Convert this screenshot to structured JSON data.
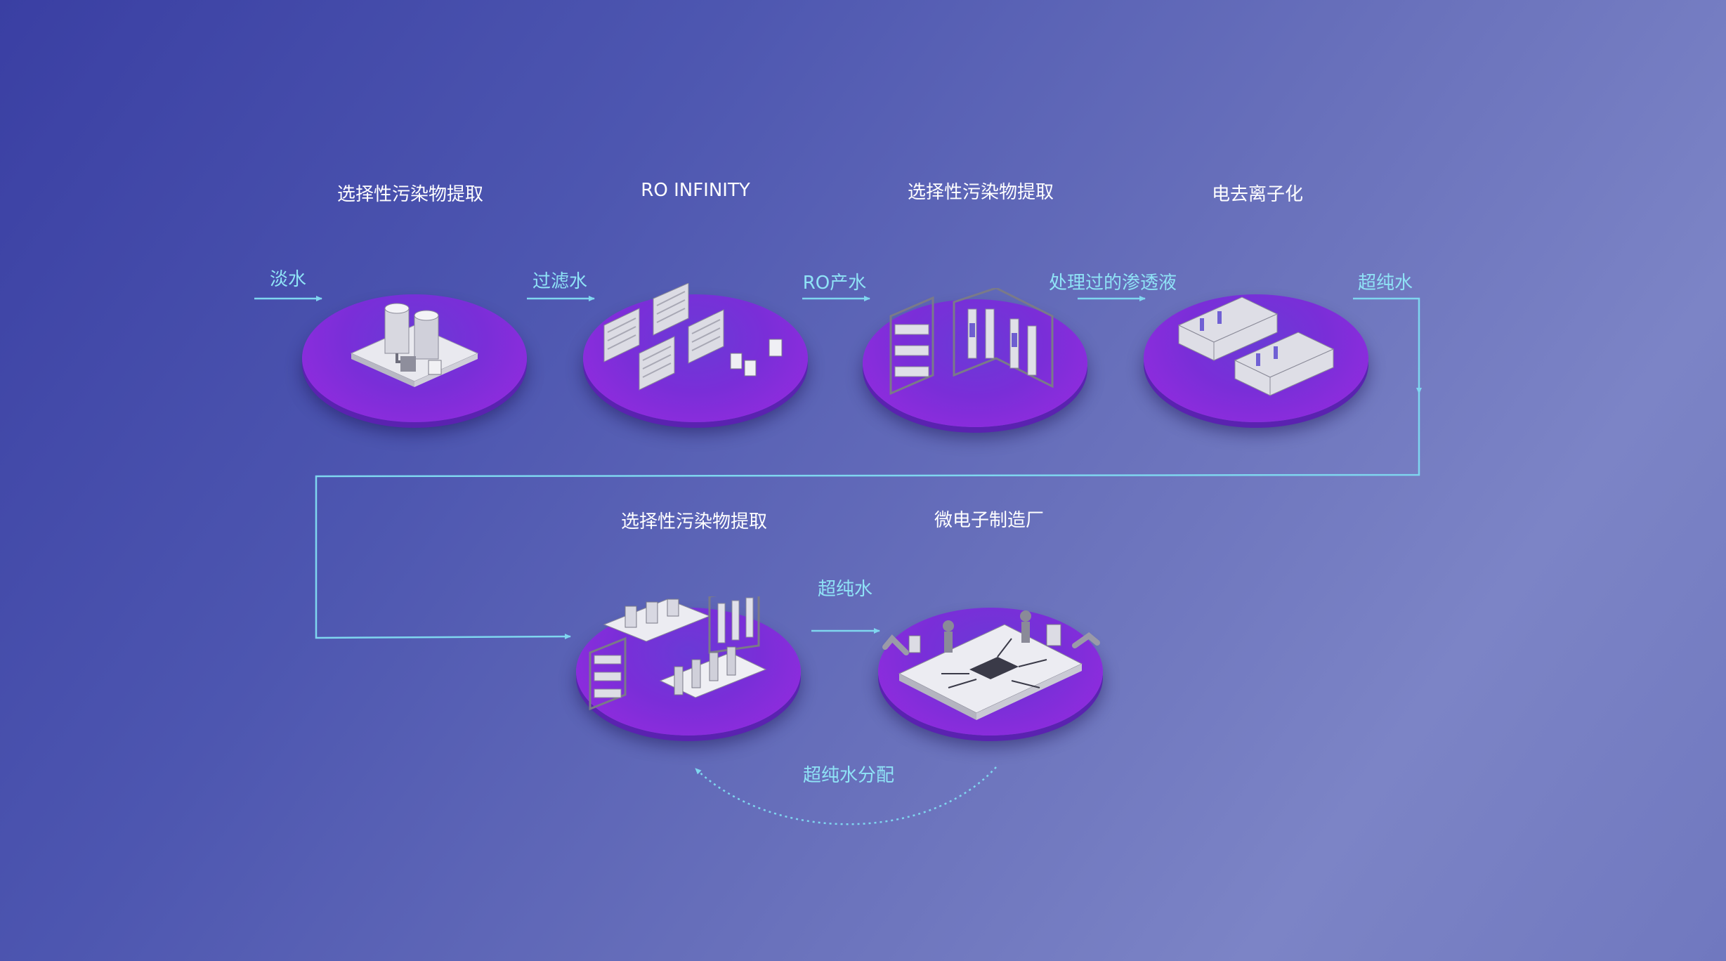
{
  "stages": [
    {
      "title": "选择性污染物提取",
      "machine": "tank-system"
    },
    {
      "title": "RO INFINITY",
      "machine": "ro-racks"
    },
    {
      "title": "选择性污染物提取",
      "machine": "filter-frames"
    },
    {
      "title": "电去离子化",
      "machine": "edi-units"
    },
    {
      "title": "选择性污染物提取",
      "machine": "polishing-plant"
    },
    {
      "title": "微电子制造厂",
      "machine": "chip-factory"
    }
  ],
  "flows": [
    {
      "label": "淡水"
    },
    {
      "label": "过滤水"
    },
    {
      "label": "RO产水"
    },
    {
      "label": "处理过的渗透液"
    },
    {
      "label": "超纯水"
    },
    {
      "label": "超纯水"
    },
    {
      "label": "超纯水分配"
    }
  ],
  "colors": {
    "connector": "#7fd6ef",
    "label": "#8fe3f6",
    "title": "#ffffff",
    "disc": "#8a2fdc"
  }
}
